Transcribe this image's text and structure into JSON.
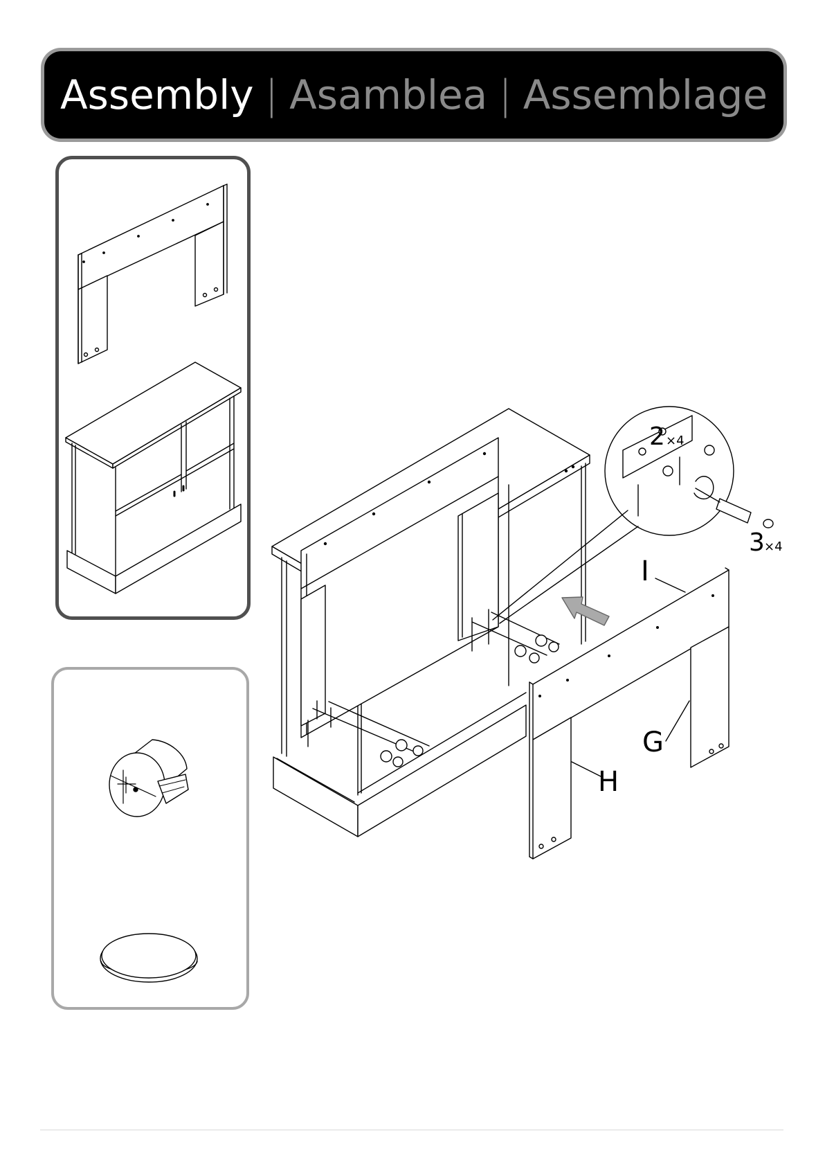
{
  "header": {
    "title_en": "Assembly",
    "title_es": "Asamblea",
    "title_fr": "Assemblage",
    "separator": "|"
  },
  "diagram": {
    "part_labels": {
      "I": "I",
      "G": "G",
      "H": "H"
    },
    "quantities": {
      "step2_number": "2",
      "step2_qty": "×4",
      "step3_number": "3",
      "step3_qty": "×4"
    }
  }
}
